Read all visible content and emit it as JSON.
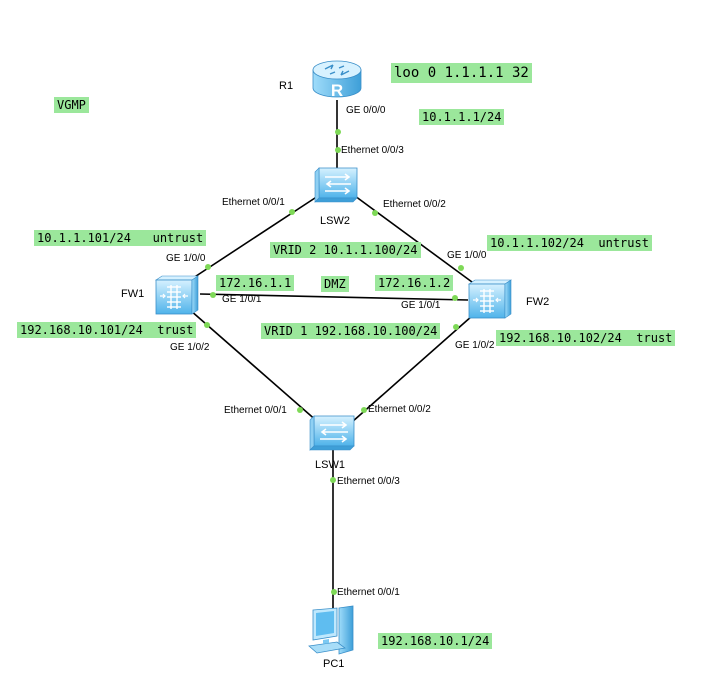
{
  "devices": {
    "r1": {
      "name": "R1",
      "icon": "router-icon"
    },
    "lsw2": {
      "name": "LSW2",
      "icon": "switch-icon"
    },
    "fw1": {
      "name": "FW1",
      "icon": "firewall-icon"
    },
    "fw2": {
      "name": "FW2",
      "icon": "firewall-icon"
    },
    "lsw1": {
      "name": "LSW1",
      "icon": "switch-icon"
    },
    "pc1": {
      "name": "PC1",
      "icon": "pc-icon"
    }
  },
  "ports": {
    "r1_ge000": "GE 0/0/0",
    "lsw2_e003": "Ethernet 0/0/3",
    "lsw2_e001": "Ethernet 0/0/1",
    "lsw2_e002": "Ethernet 0/0/2",
    "fw1_ge100": "GE 1/0/0",
    "fw1_ge101": "GE 1/0/1",
    "fw1_ge102": "GE 1/0/2",
    "fw2_ge100": "GE 1/0/0",
    "fw2_ge101": "GE 1/0/1",
    "fw2_ge102": "GE 1/0/2",
    "lsw1_e001": "Ethernet 0/0/1",
    "lsw1_e002": "Ethernet 0/0/2",
    "lsw1_e003": "Ethernet 0/0/3",
    "pc1_e001": "Ethernet 0/0/1"
  },
  "notes": {
    "vgmp": "VGMP",
    "loopback": "loo 0 1.1.1.1 32",
    "r1_ip": "10.1.1.1/24",
    "fw1_untrust": "10.1.1.101/24   untrust",
    "vrid2": "VRID 2 10.1.1.100/24",
    "fw2_untrust": "10.1.1.102/24  untrust",
    "fw1_dmz_ip": "172.16.1.1",
    "dmz": "DMZ",
    "fw2_dmz_ip": "172.16.1.2",
    "fw1_trust": "192.168.10.101/24  trust",
    "vrid1": "VRID 1 192.168.10.100/24",
    "fw2_trust": "192.168.10.102/24  trust",
    "pc1_ip": "192.168.10.1/24"
  },
  "colors": {
    "note_bg": "#9be79b",
    "port_dot": "#7ed957",
    "device_blue": "#6ec3f0",
    "link": "#000000"
  }
}
